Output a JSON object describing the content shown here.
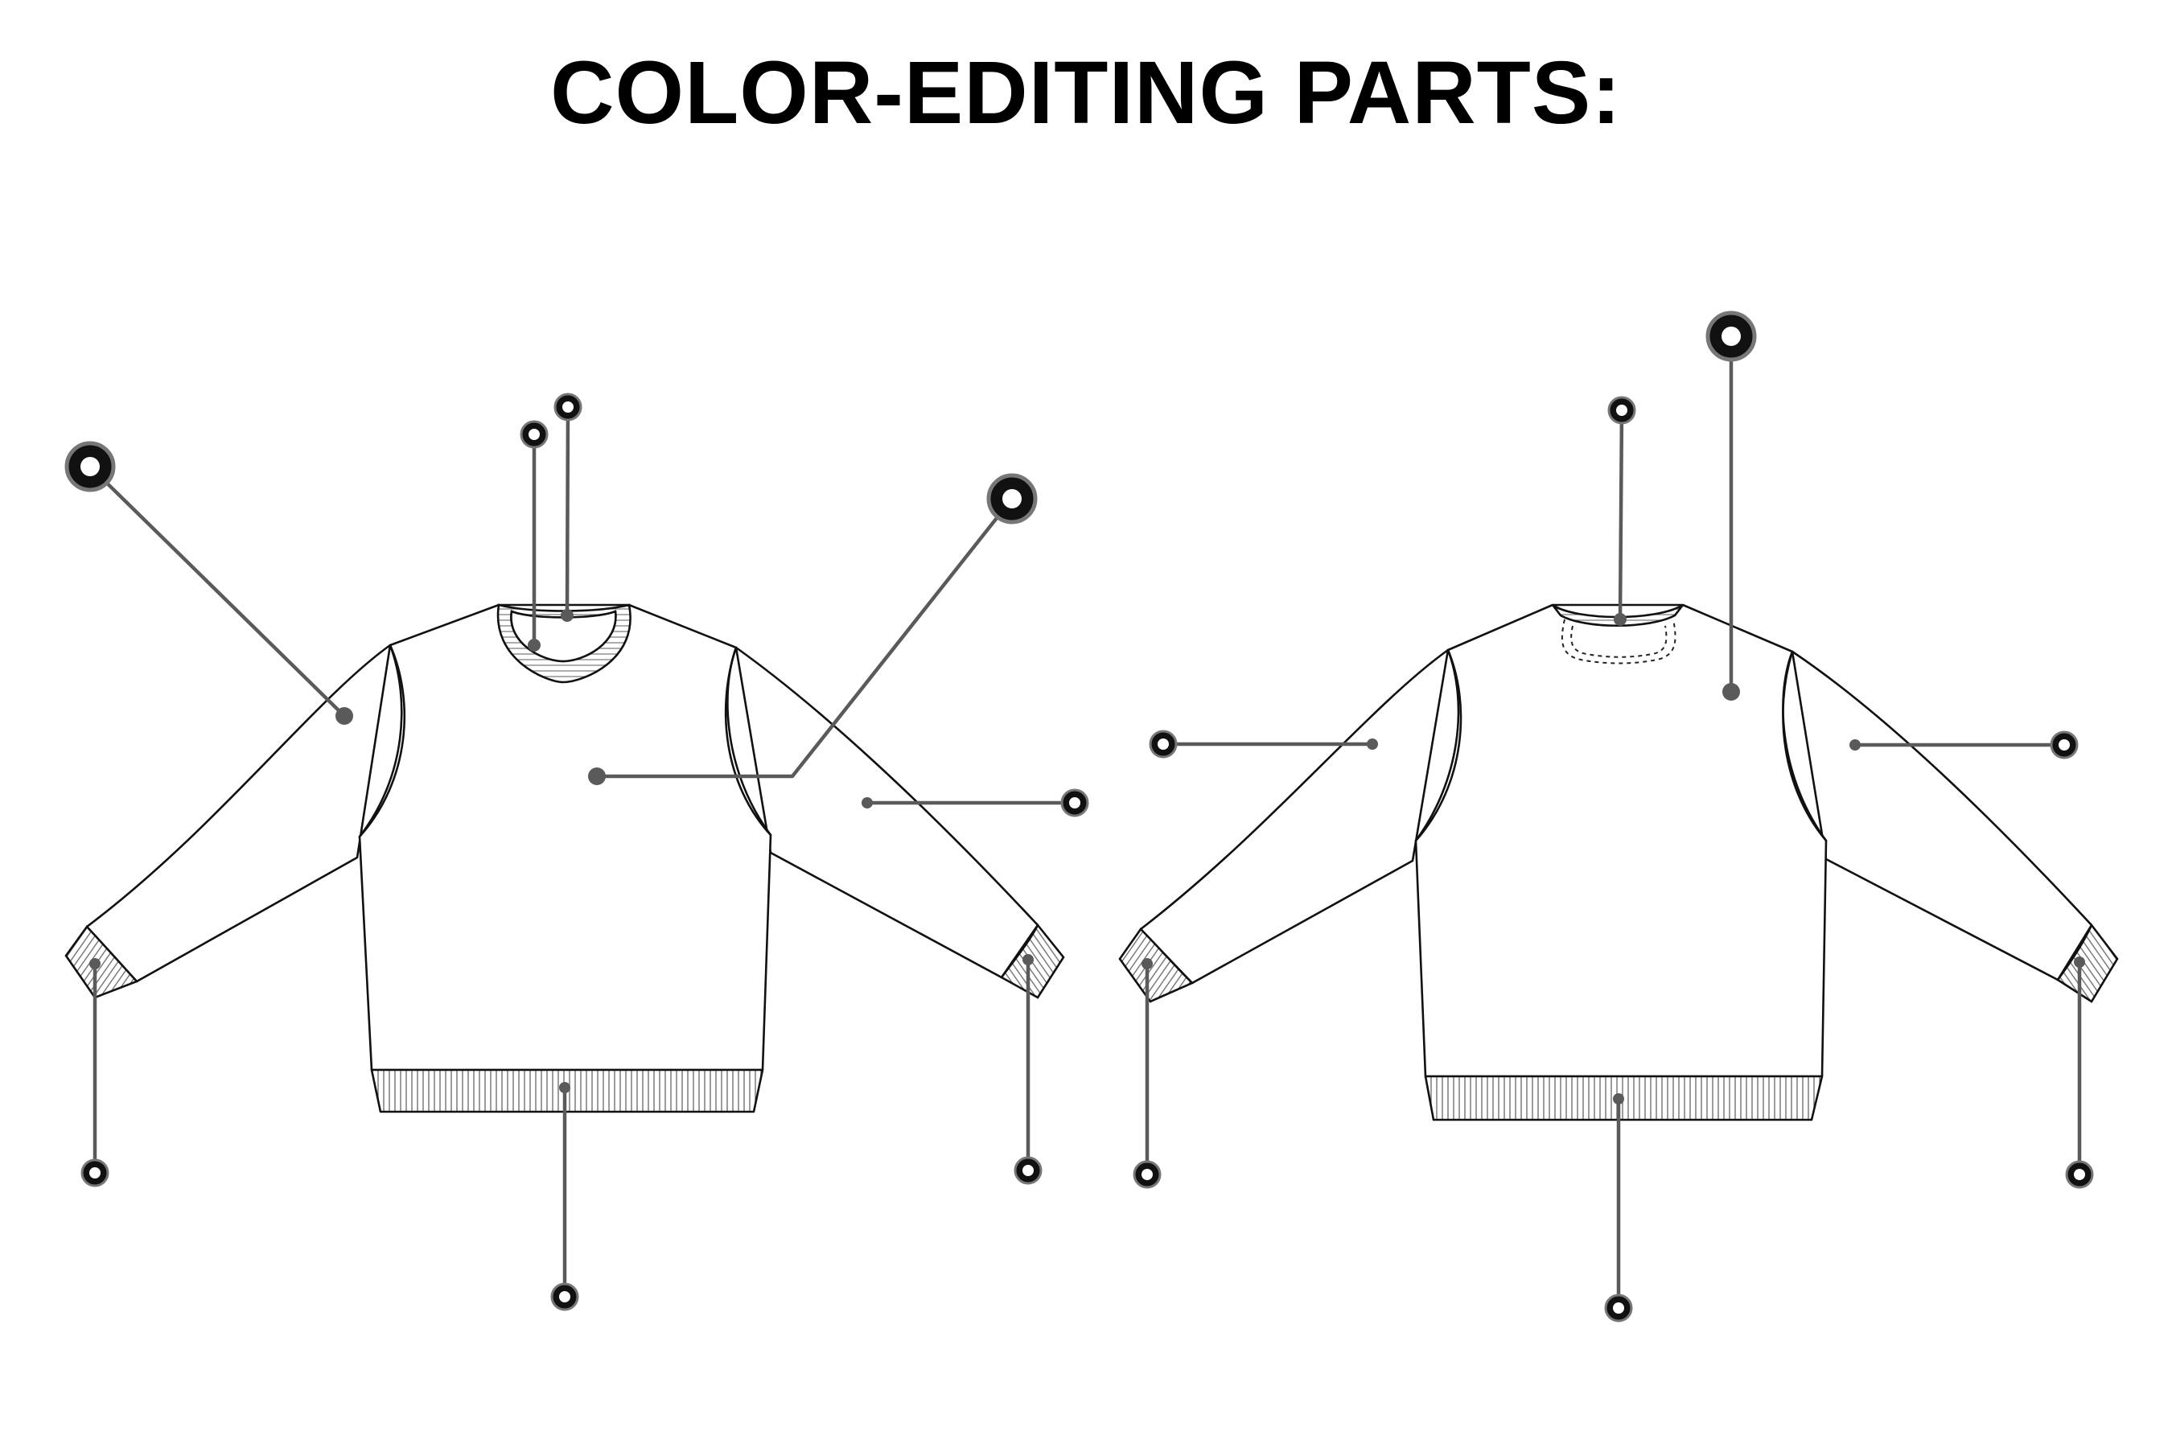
{
  "title": "COLOR-EDITING PARTS:",
  "views": [
    {
      "name": "front",
      "parts": [
        {
          "part": "left-sleeve",
          "handle": "large"
        },
        {
          "part": "neck-rib-inner",
          "handle": "small"
        },
        {
          "part": "neck-rib-outer",
          "handle": "small"
        },
        {
          "part": "front-body",
          "handle": "large"
        },
        {
          "part": "right-sleeve",
          "handle": "small"
        },
        {
          "part": "left-cuff",
          "handle": "small"
        },
        {
          "part": "right-cuff",
          "handle": "small"
        },
        {
          "part": "hem-band",
          "handle": "small"
        }
      ]
    },
    {
      "name": "back",
      "parts": [
        {
          "part": "neck-rib",
          "handle": "small"
        },
        {
          "part": "back-body",
          "handle": "large"
        },
        {
          "part": "left-sleeve",
          "handle": "small"
        },
        {
          "part": "right-sleeve",
          "handle": "small"
        },
        {
          "part": "left-cuff",
          "handle": "small"
        },
        {
          "part": "right-cuff",
          "handle": "small"
        },
        {
          "part": "hem-band",
          "handle": "small"
        }
      ]
    }
  ],
  "colors": {
    "outline": "#111111",
    "leader": "#5a5a5a",
    "handle": "#111111",
    "background": "#ffffff"
  }
}
